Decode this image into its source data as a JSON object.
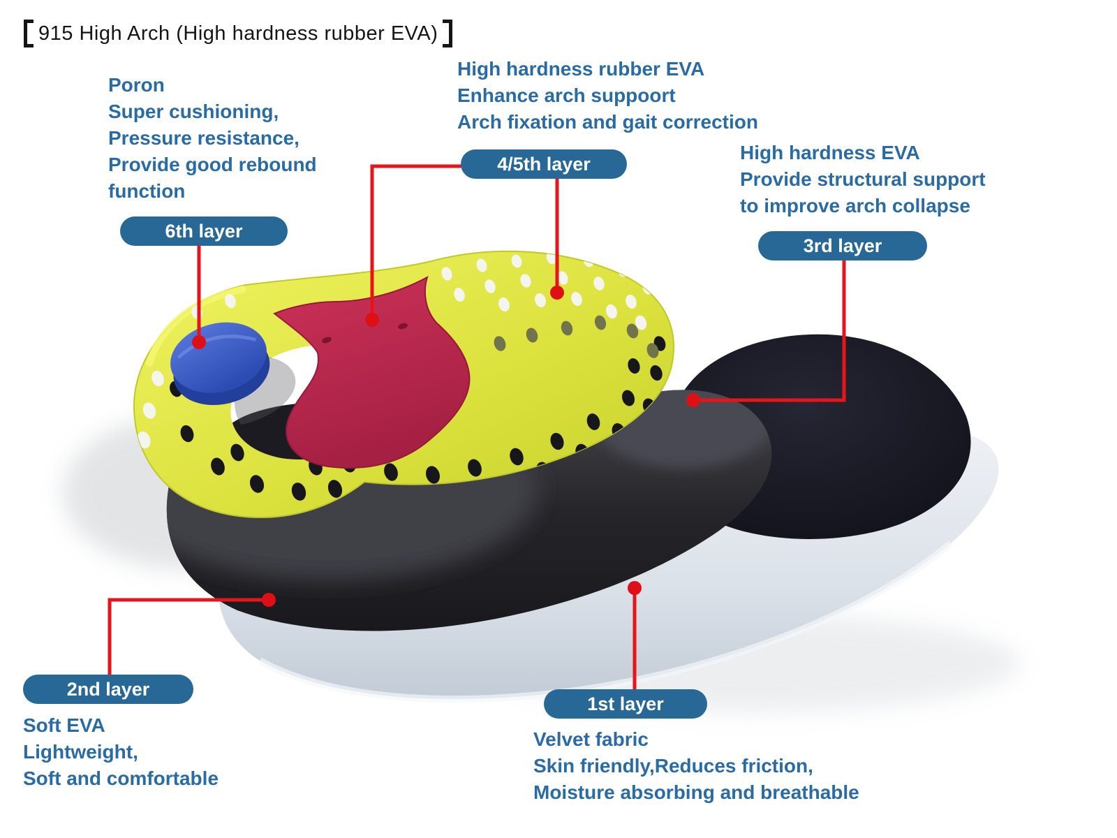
{
  "title": {
    "full": "【915 High Arch (High hardness rubber EVA)】",
    "text": "915 High Arch (High hardness rubber EVA)"
  },
  "annotations": {
    "poron": {
      "text": "Poron\nSuper cushioning,\nPressure resistance,\nProvide good rebound\nfunction",
      "badge": "6th layer"
    },
    "rubber_eva": {
      "text": "High hardness rubber EVA\nEnhance arch suppoort\nArch fixation and gait correction",
      "badge": "4/5th layer"
    },
    "hard_eva": {
      "text": "High hardness EVA\nProvide structural support\nto improve arch collapse",
      "badge": "3rd layer"
    },
    "soft_eva": {
      "text": "Soft EVA\nLightweight,\nSoft and comfortable",
      "badge": "2nd layer"
    },
    "velvet": {
      "text": "Velvet fabric\nSkin friendly,Reduces friction,\nMoisture absorbing and breathable",
      "badge": "1st layer"
    }
  },
  "colors": {
    "annotation_text_blue": "#2b6ba3",
    "badge_blue": "#276896",
    "leader_line_red": "#e6151b",
    "layer_yellow": "#dce23e",
    "layer_red_arch": "#c32a51",
    "layer_blue_poron": "#3a5cc8",
    "layer_black_soft_eva": "#232327",
    "layer_navy_hard_eva": "#15151e",
    "layer_white_velvet": "#dde3ea"
  }
}
